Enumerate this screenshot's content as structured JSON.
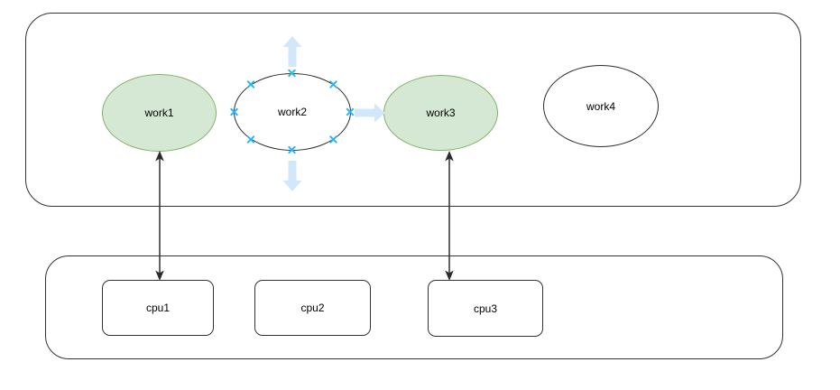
{
  "diagram": {
    "work_nodes": [
      {
        "id": "work1",
        "label": "work1",
        "style": "green"
      },
      {
        "id": "work2",
        "label": "work2",
        "style": "plain-selected"
      },
      {
        "id": "work3",
        "label": "work3",
        "style": "green"
      },
      {
        "id": "work4",
        "label": "work4",
        "style": "plain"
      }
    ],
    "cpu_nodes": [
      {
        "id": "cpu1",
        "label": "cpu1"
      },
      {
        "id": "cpu2",
        "label": "cpu2"
      },
      {
        "id": "cpu3",
        "label": "cpu3"
      }
    ],
    "edges": [
      {
        "from": "work1",
        "to": "cpu1",
        "type": "double-arrow"
      },
      {
        "from": "work3",
        "to": "cpu3",
        "type": "double-arrow"
      }
    ],
    "selection": {
      "selected_node": "work2",
      "connection_point_count": 8,
      "direction_arrows": [
        "up",
        "down",
        "right"
      ]
    },
    "colors": {
      "green_fill": "#d5e8d4",
      "green_stroke": "#82b366",
      "plain_fill": "#ffffff",
      "plain_stroke": "#2b2b2b",
      "container_stroke": "#333333",
      "edge_stroke": "#3c3c3c",
      "connection_point": "#29b6f2",
      "direction_arrow_fill": "#d2e8fa",
      "canvas_background": "#ffffff"
    }
  }
}
